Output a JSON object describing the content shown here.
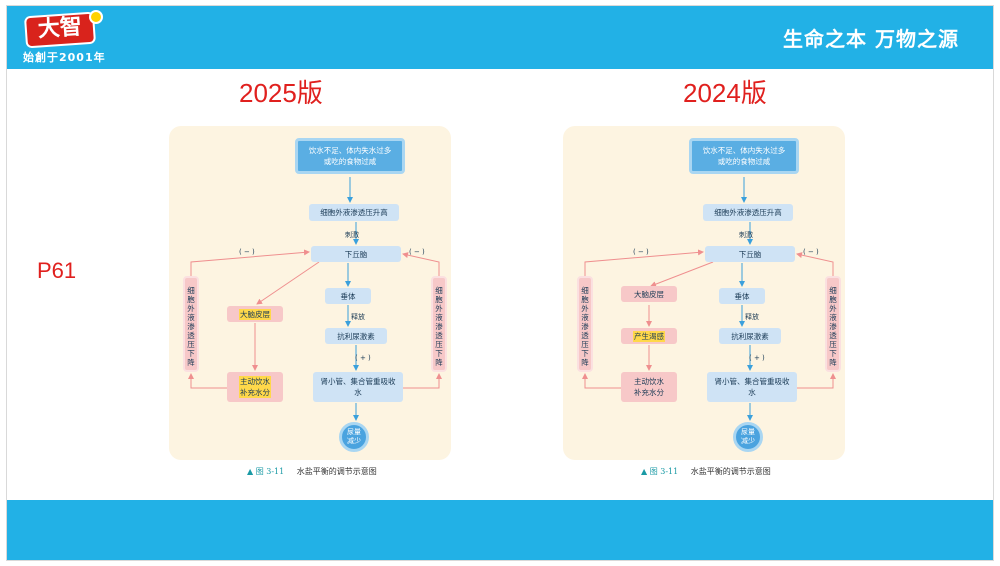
{
  "header": {
    "logo_text": "大智",
    "logo_tagline": "始創于2001年",
    "title": "生命之本 万物之源"
  },
  "versions": {
    "left": "2025版",
    "right": "2024版"
  },
  "page_ref": "P61",
  "figures": [
    {
      "top_box": "饮水不足、体内失水过多或吃的食物过咸",
      "osmotic_up": "细胞外液渗透压升高",
      "stimulate": "刺激",
      "hypothalamus": "下丘脑",
      "pituitary": "垂体",
      "release": "释放",
      "adh": "抗利尿激素",
      "plus": "( + )",
      "tubule": "肾小管、集合管重吸收水",
      "cortex": "大脑皮层",
      "drink_line1": "主动饮水",
      "drink_line2": "补充水分",
      "urine_line1": "尿量",
      "urine_line2": "减少",
      "minus": "( − )",
      "side_label": "细胞外液渗透压下降",
      "caption_num": "图 3-11",
      "caption_text": "水盐平衡的调节示意图"
    },
    {
      "top_box": "饮水不足、体内失水过多或吃的食物过咸",
      "osmotic_up": "细胞外液渗透压升高",
      "stimulate": "刺激",
      "hypothalamus": "下丘脑",
      "pituitary": "垂体",
      "release": "释放",
      "adh": "抗利尿激素",
      "plus": "( + )",
      "tubule": "肾小管、集合管重吸收水",
      "cortex": "大脑皮层",
      "thirst": "产生渴感",
      "drink_line1": "主动饮水",
      "drink_line2": "补充水分",
      "urine_line1": "尿量",
      "urine_line2": "减少",
      "minus": "( − )",
      "side_label": "细胞外液渗透压下降",
      "caption_num": "图 3-11",
      "caption_text": "水盐平衡的调节示意图"
    }
  ],
  "colors": {
    "header_blue": "#22b1e6",
    "accent_red": "#e0201e",
    "box_blue": "#cfe3f5",
    "box_pink": "#f7c8c8",
    "highlight": "#ffd84a"
  }
}
